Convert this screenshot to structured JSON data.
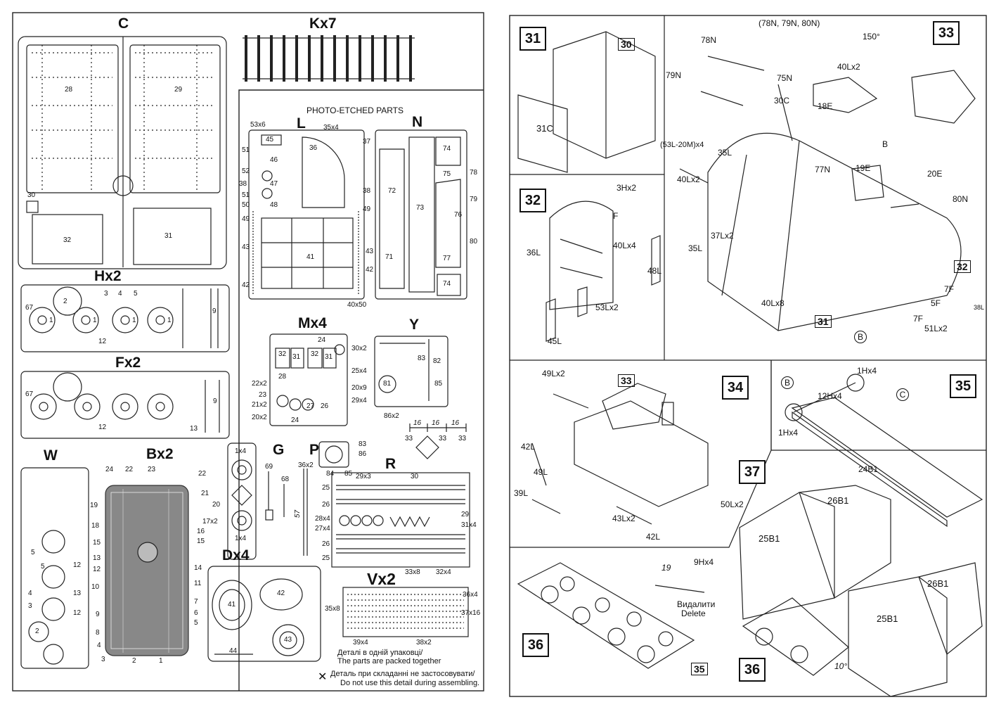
{
  "left_sheet": {
    "sprues": {
      "C": {
        "title": "C",
        "parts": [
          "28",
          "29",
          "30",
          "32",
          "31"
        ]
      },
      "K": {
        "title": "Kx7"
      },
      "H": {
        "title": "Hx2",
        "parts": [
          "1",
          "2",
          "3",
          "4",
          "5",
          "9",
          "12",
          "67",
          "1",
          "1",
          "1"
        ]
      },
      "F": {
        "title": "Fx2",
        "parts": [
          "12",
          "13",
          "9",
          "67"
        ]
      },
      "W": {
        "title": "W",
        "parts": [
          "5",
          "5",
          "12",
          "13",
          "12",
          "2",
          "4",
          "3"
        ]
      },
      "B": {
        "title": "Bx2",
        "parts": [
          "24",
          "22",
          "23",
          "22",
          "21",
          "19",
          "20",
          "18",
          "17x2",
          "16",
          "15",
          "15",
          "13",
          "14",
          "12",
          "11",
          "10",
          "7",
          "9",
          "6",
          "8",
          "5",
          "4",
          "3",
          "2",
          "1"
        ]
      },
      "small_part": {
        "labels": [
          "1x4",
          "1x4"
        ]
      },
      "G": {
        "title": "G",
        "parts": [
          "69",
          "68"
        ],
        "dimension": "57"
      },
      "rod": {
        "label": "36x2"
      },
      "P": {
        "title": "P",
        "parts": [
          "83",
          "86",
          "84",
          "85"
        ]
      },
      "D": {
        "title": "Dx4",
        "parts": [
          "41",
          "42",
          "43",
          "44"
        ]
      },
      "R": {
        "title": "R",
        "parts": [
          "25",
          "29x3",
          "30",
          "29",
          "26",
          "28x4",
          "27x4",
          "31x4",
          "26",
          "25",
          "33x8",
          "32x4"
        ]
      },
      "V": {
        "title": "Vx2",
        "parts": [
          "36x4",
          "35x8",
          "37x16",
          "39x4",
          "38x2"
        ]
      }
    },
    "photo_etched": {
      "heading": "PHOTO-ETCHED PARTS",
      "L": {
        "title": "L",
        "parts": [
          "53x6",
          "35x4",
          "37",
          "45",
          "36",
          "51",
          "46",
          "52",
          "47",
          "38",
          "51",
          "48",
          "38",
          "50",
          "49",
          "49",
          "43",
          "41",
          "43",
          "42",
          "42",
          "40x50"
        ]
      },
      "N": {
        "title": "N",
        "parts": [
          "72",
          "74",
          "75",
          "78",
          "73",
          "79",
          "76",
          "71",
          "80",
          "77",
          "74"
        ]
      },
      "M": {
        "title": "Mx4",
        "parts": [
          "24",
          "30x2",
          "32",
          "31",
          "32",
          "31",
          "25x4",
          "28",
          "27",
          "22x2",
          "23",
          "21x2",
          "20x2",
          "26",
          "20x9",
          "29x4",
          "24"
        ]
      },
      "Y": {
        "title": "Y",
        "parts": [
          "83",
          "82",
          "81",
          "85",
          "86x2"
        ]
      },
      "dims": {
        "values": [
          "16",
          "16",
          "16"
        ],
        "labels": [
          "33",
          "33",
          "33"
        ]
      }
    },
    "notes": {
      "packed_ua": "Деталі в одній упаковці/",
      "packed_en": "The parts are packed together",
      "unused_ua": "Деталь при складанні не застосовувати/",
      "unused_en": "Do not use this detail during assembling."
    }
  },
  "right_sheet": {
    "steps": {
      "s31": {
        "number": "31",
        "parts": [
          "30",
          "31C"
        ]
      },
      "s32": {
        "number": "32",
        "parts": [
          "3Hx2",
          "F",
          "40Lx4",
          "48L",
          "36L",
          "53Lx2",
          "45L"
        ]
      },
      "s33": {
        "number": "33",
        "parts": [
          "(78N, 79N, 80N)",
          "150°",
          "78N",
          "79N",
          "75N",
          "40Lx2",
          "30C",
          "18E",
          "(53L-20M)x4",
          "35L",
          "40Lx2",
          "77N",
          "19E",
          "B",
          "20E",
          "80N",
          "37Lx2",
          "35L",
          "32",
          "7F",
          "5F",
          "38L",
          "7F",
          "51Lx2",
          "40Lx8",
          "31",
          "B"
        ]
      },
      "s34": {
        "number": "34",
        "parts": [
          "49Lx2",
          "33",
          "42L",
          "49L",
          "39L",
          "43Lx2",
          "42L",
          "50Lx2"
        ]
      },
      "s35": {
        "number": "35",
        "parts": [
          "1Hx4",
          "12Hx4",
          "B",
          "C",
          "1Hx4",
          "24B1"
        ]
      },
      "s36": {
        "number": "36",
        "parts": [
          "19",
          "9Hx4",
          "35"
        ],
        "delete_ua": "Видалити",
        "delete_en": "Delete"
      },
      "s37": {
        "number": "37",
        "parts": [
          "26B1",
          "25B1",
          "26B1",
          "25B1",
          "36",
          "10°"
        ]
      }
    }
  }
}
